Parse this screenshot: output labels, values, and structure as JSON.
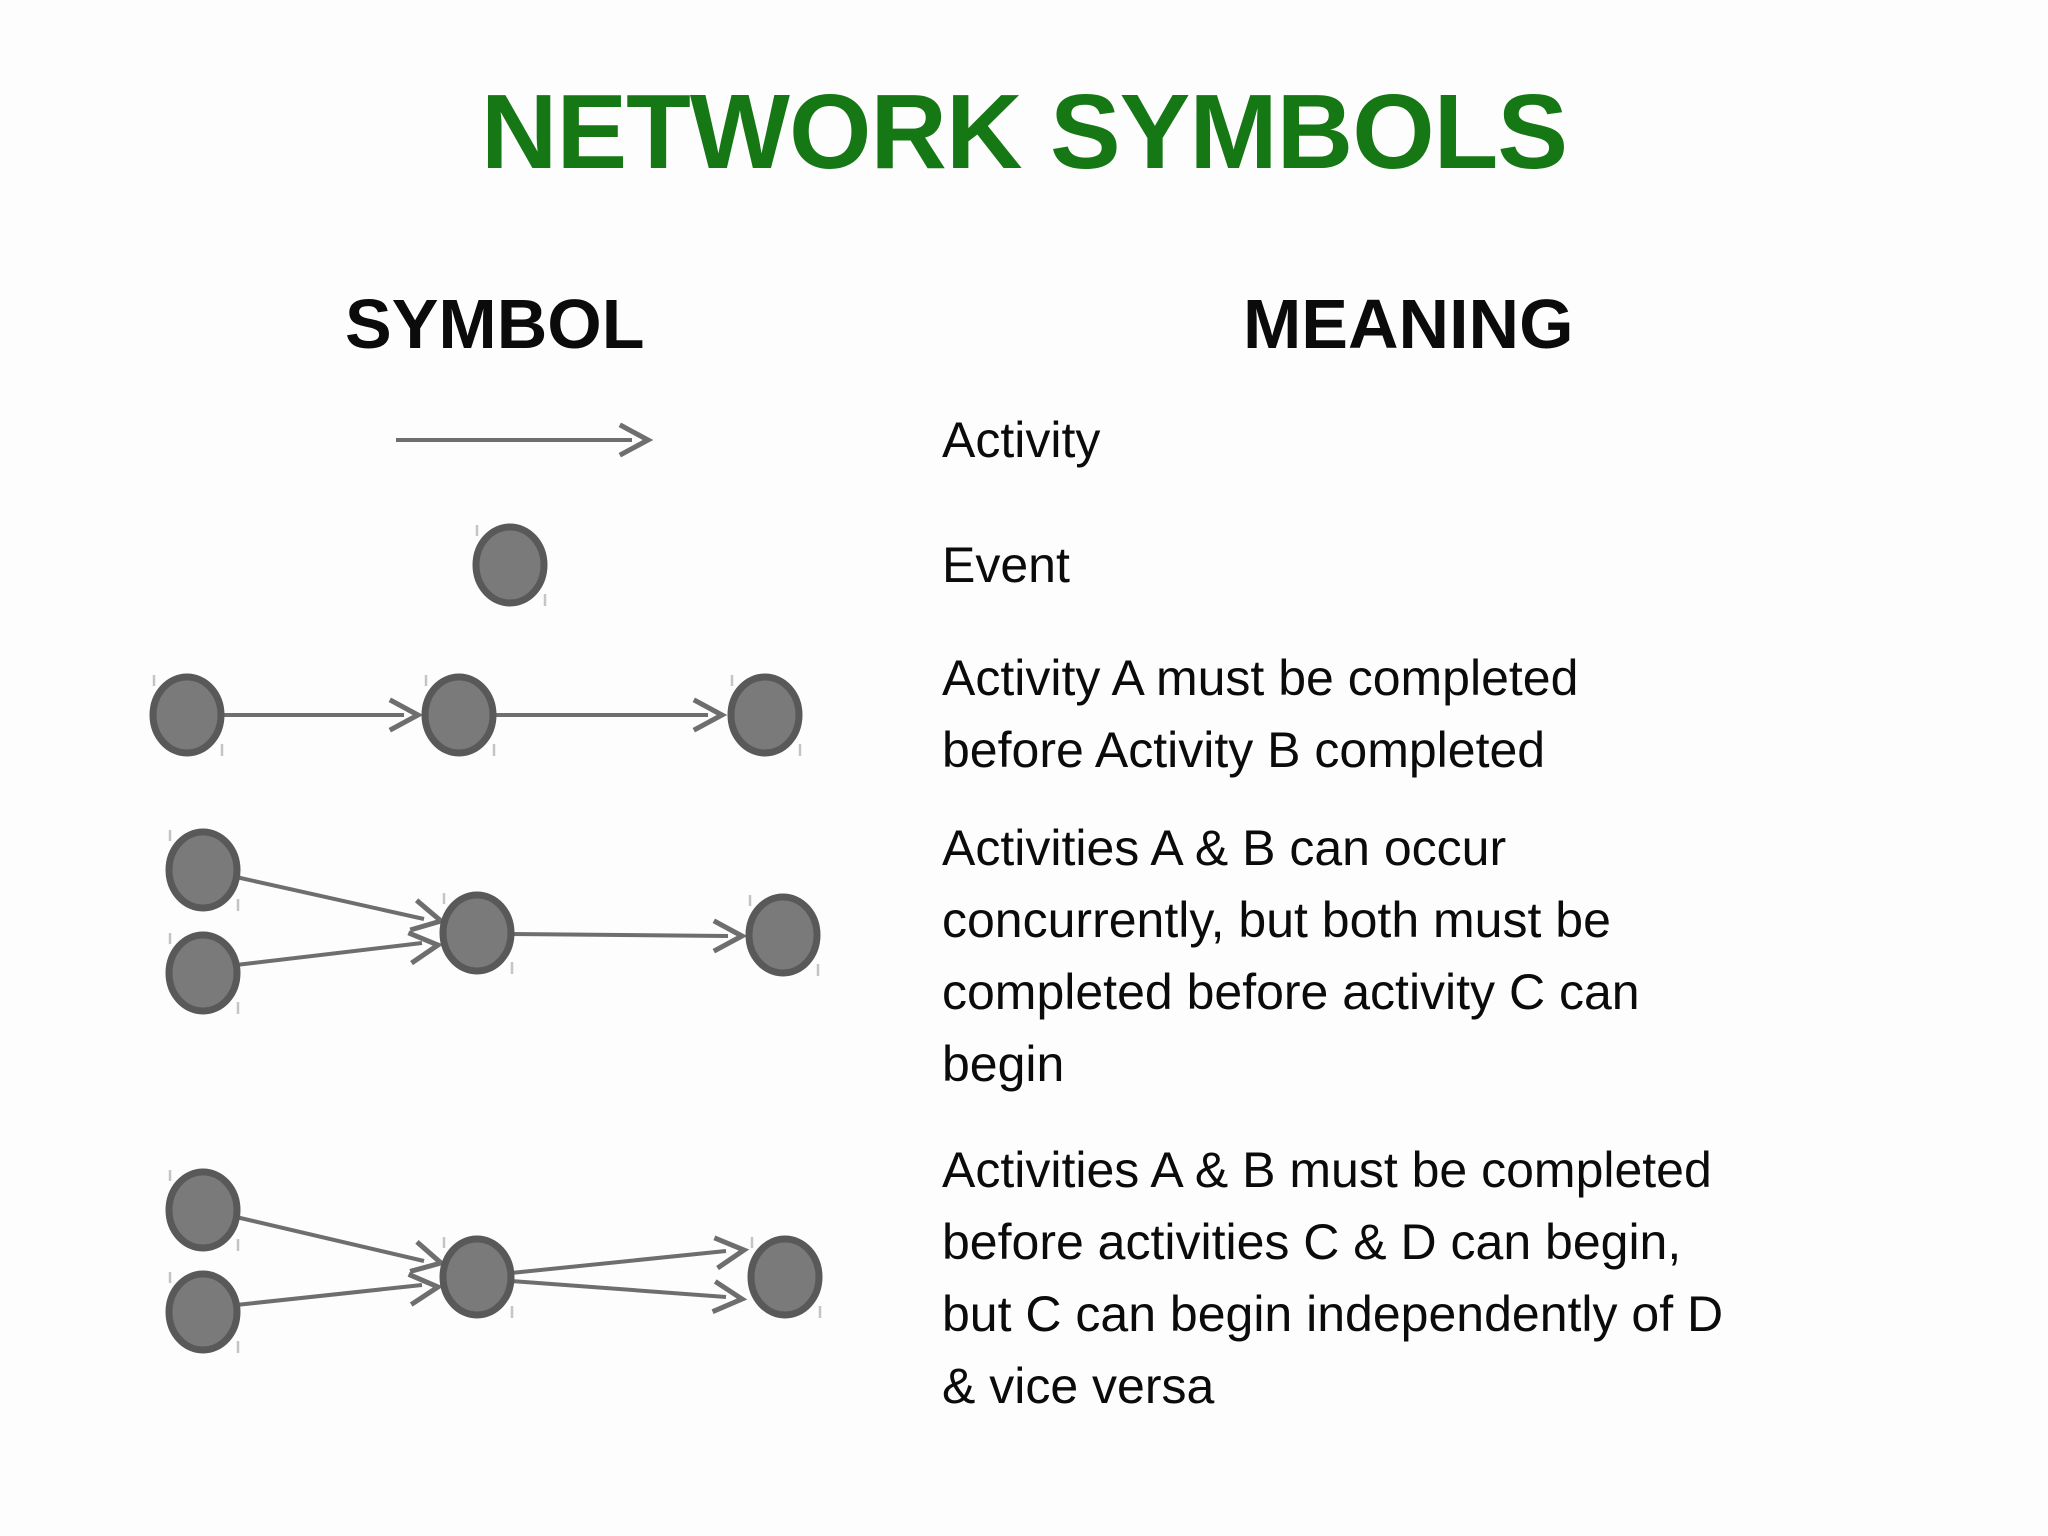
{
  "theme": {
    "background": "#fdfdfd",
    "title_color": "#157815",
    "text_color": "#0b0b0b",
    "node_fill": "#7a7a7a",
    "node_border": "#595959",
    "connector_color": "#6e6e6e",
    "tick_color": "#c4c4c4"
  },
  "title": "NETWORK SYMBOLS",
  "table": {
    "symbol_header": "SYMBOL",
    "meaning_header": "MEANING",
    "rows": [
      {
        "symbol": "activity-arrow",
        "meaning": "Activity"
      },
      {
        "symbol": "event-circle",
        "meaning": "Event"
      },
      {
        "symbol": "three-nodes-in-sequence",
        "meaning": "Activity A must be completed\nbefore Activity B completed"
      },
      {
        "symbol": "two-nodes-converging-then-one",
        "meaning": "Activities A & B can occur\nconcurrently, but both must be\ncompleted before activity C can\nbegin"
      },
      {
        "symbol": "two-nodes-converging-then-diverging",
        "meaning": "Activities A & B must be completed\nbefore activities C & D can begin,\nbut C can begin independently of D\n& vice versa"
      }
    ]
  }
}
